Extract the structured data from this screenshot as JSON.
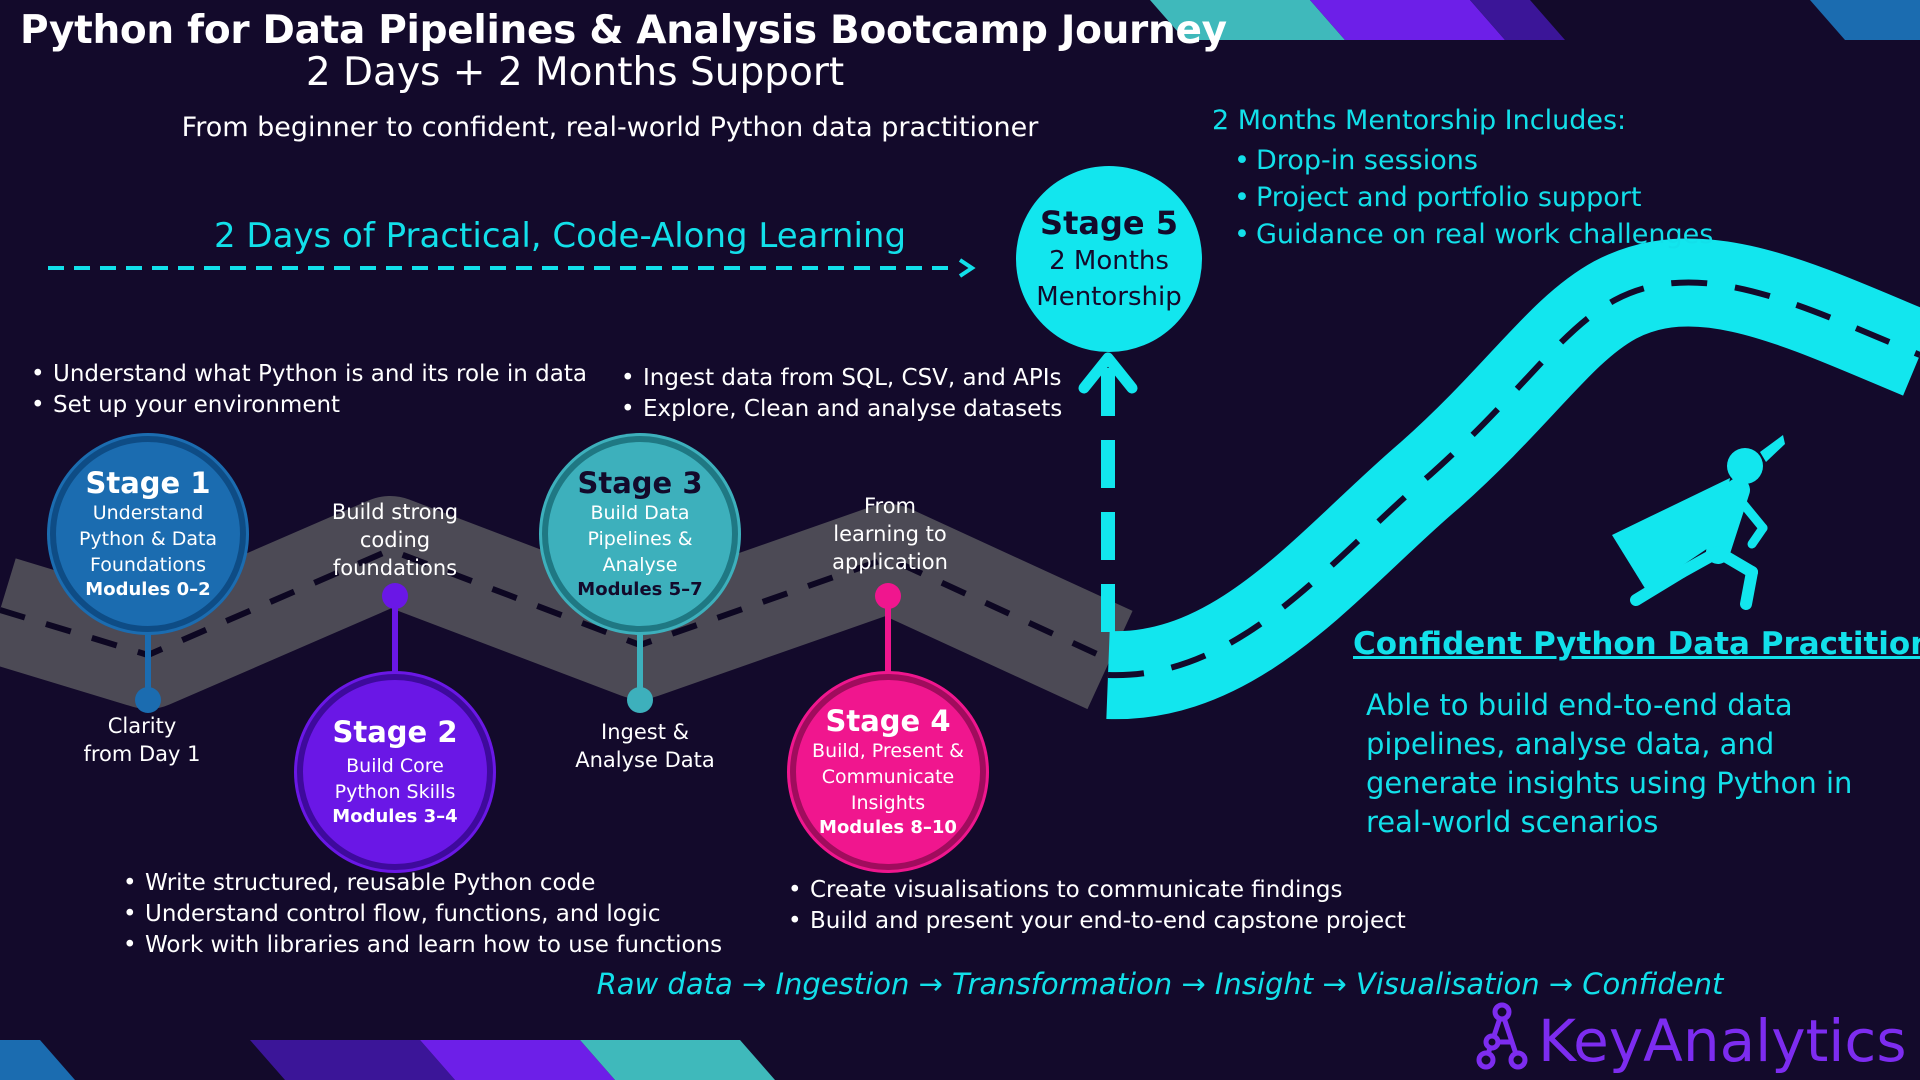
{
  "header": {
    "title": "Python for Data Pipelines & Analysis Bootcamp Journey",
    "subtitle": "2 Days + 2 Months Support",
    "tagline": "From beginner to confident, real-world Python data practitioner"
  },
  "practical": {
    "label": "2 Days of Practical, Code-Along Learning"
  },
  "mentorship": {
    "heading": "2 Months Mentorship Includes:",
    "items": [
      "Drop-in sessions",
      "Project and portfolio support",
      "Guidance on real work challenges"
    ]
  },
  "stages": [
    {
      "stage": "Stage 1",
      "desc": [
        "Understand",
        "Python & Data",
        "Foundations"
      ],
      "modules": "Modules 0–2",
      "label": [
        "Clarity",
        "from Day 1"
      ],
      "color": "#1b6cb0",
      "bullets": [
        "Understand what Python is and its role in data",
        "Set up your environment"
      ]
    },
    {
      "stage": "Stage 2",
      "desc": [
        "Build Core",
        "Python Skills"
      ],
      "modules": "Modules 3–4",
      "label": [
        "Build strong",
        "coding",
        "foundations"
      ],
      "color": "#6a17e6",
      "bullets": [
        "Write structured, reusable Python code",
        "Understand control flow, functions, and logic",
        "Work with libraries and learn how to use functions"
      ]
    },
    {
      "stage": "Stage 3",
      "desc": [
        "Build Data",
        "Pipelines &",
        "Analyse"
      ],
      "modules": "Modules 5–7",
      "label": [
        "Ingest &",
        "Analyse Data"
      ],
      "color": "#3db0bc",
      "bullets": [
        "Ingest data from SQL, CSV, and APIs",
        "Explore, Clean and analyse datasets"
      ]
    },
    {
      "stage": "Stage 4",
      "desc": [
        "Build, Present &",
        "Communicate",
        "Insights"
      ],
      "modules": "Modules 8–10",
      "label": [
        "From",
        "learning to",
        "application"
      ],
      "color": "#f0168e",
      "bullets": [
        "Create visualisations to communicate findings",
        "Build and present your end-to-end capstone project"
      ]
    },
    {
      "stage": "Stage 5",
      "desc": [
        "2 Months",
        "Mentorship"
      ],
      "color": "#12e6ee"
    }
  ],
  "outcome": {
    "title": "Confident Python Data Practitioner",
    "description": "Able to build end-to-end data pipelines, analyse data, and generate insights using Python in real-world scenarios"
  },
  "flow": "Raw data → Ingestion → Transformation → Insight → Visualisation → Confident",
  "brand": {
    "name": "KeyAnalytics",
    "logo_icon": "network-a-logo-icon",
    "hero_icon": "caped-superhero-icon"
  },
  "colors": {
    "background": "#130a2b",
    "accent_cyan": "#12e0ea",
    "road_grey": "#4c4a55",
    "brand_purple": "#7d2cf0"
  }
}
